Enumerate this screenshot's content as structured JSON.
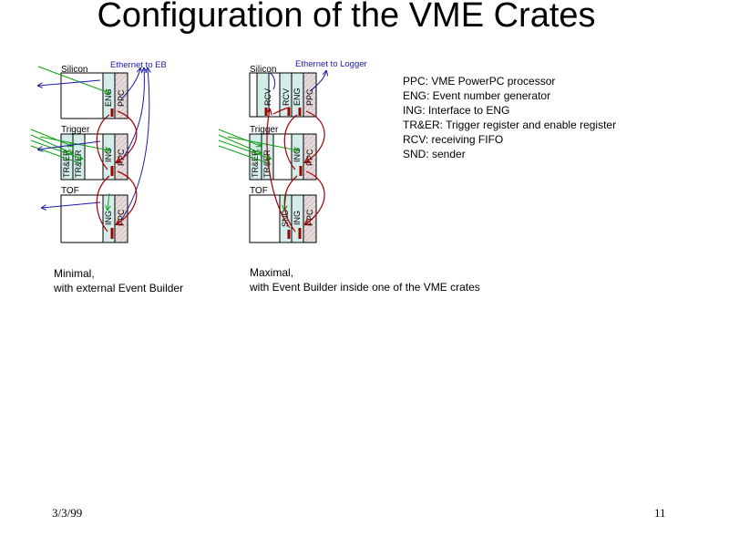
{
  "title": "Configuration of the VME Crates",
  "left_config": {
    "crate_labels": [
      "Silicon",
      "Trigger",
      "TOF"
    ],
    "ethernet_label": "Ethernet to EB",
    "caption_line1": "Minimal,",
    "caption_line2": "with external Event Builder",
    "crates": [
      {
        "modules": [
          "ENG",
          "PPC"
        ]
      },
      {
        "modules": [
          "TR&ER",
          "TR&ER",
          "ING",
          "PPC"
        ]
      },
      {
        "modules": [
          "ING",
          "PPC"
        ]
      }
    ]
  },
  "right_config": {
    "crate_labels": [
      "Silicon",
      "Trigger",
      "TOF"
    ],
    "ethernet_label": "Ethernet to Logger",
    "caption_line1": "Maximal,",
    "caption_line2": "with Event Builder inside one of the VME crates",
    "crates": [
      {
        "modules": [
          "RCV",
          "RCV",
          "ENG",
          "PPC"
        ]
      },
      {
        "modules": [
          "TR&ER",
          "TR&ER",
          "ING",
          "PPC"
        ]
      },
      {
        "modules": [
          "SND",
          "ING",
          "PPC"
        ]
      }
    ]
  },
  "legend": [
    "PPC: VME PowerPC processor",
    "ENG: Event number generator",
    "ING: Interface to ENG",
    "TR&ER: Trigger register and enable register",
    "RCV: receiving FIFO",
    "SND: sender"
  ],
  "footer": {
    "date": "3/3/99",
    "page": "11"
  },
  "colors": {
    "module_fill": "#d4ecea",
    "ppc_fill": "#e0d6d6",
    "red_link": "#a00000",
    "blue_ethernet": "#1a1aa8",
    "green_signal": "#10a010",
    "crate_border": "#000000"
  }
}
